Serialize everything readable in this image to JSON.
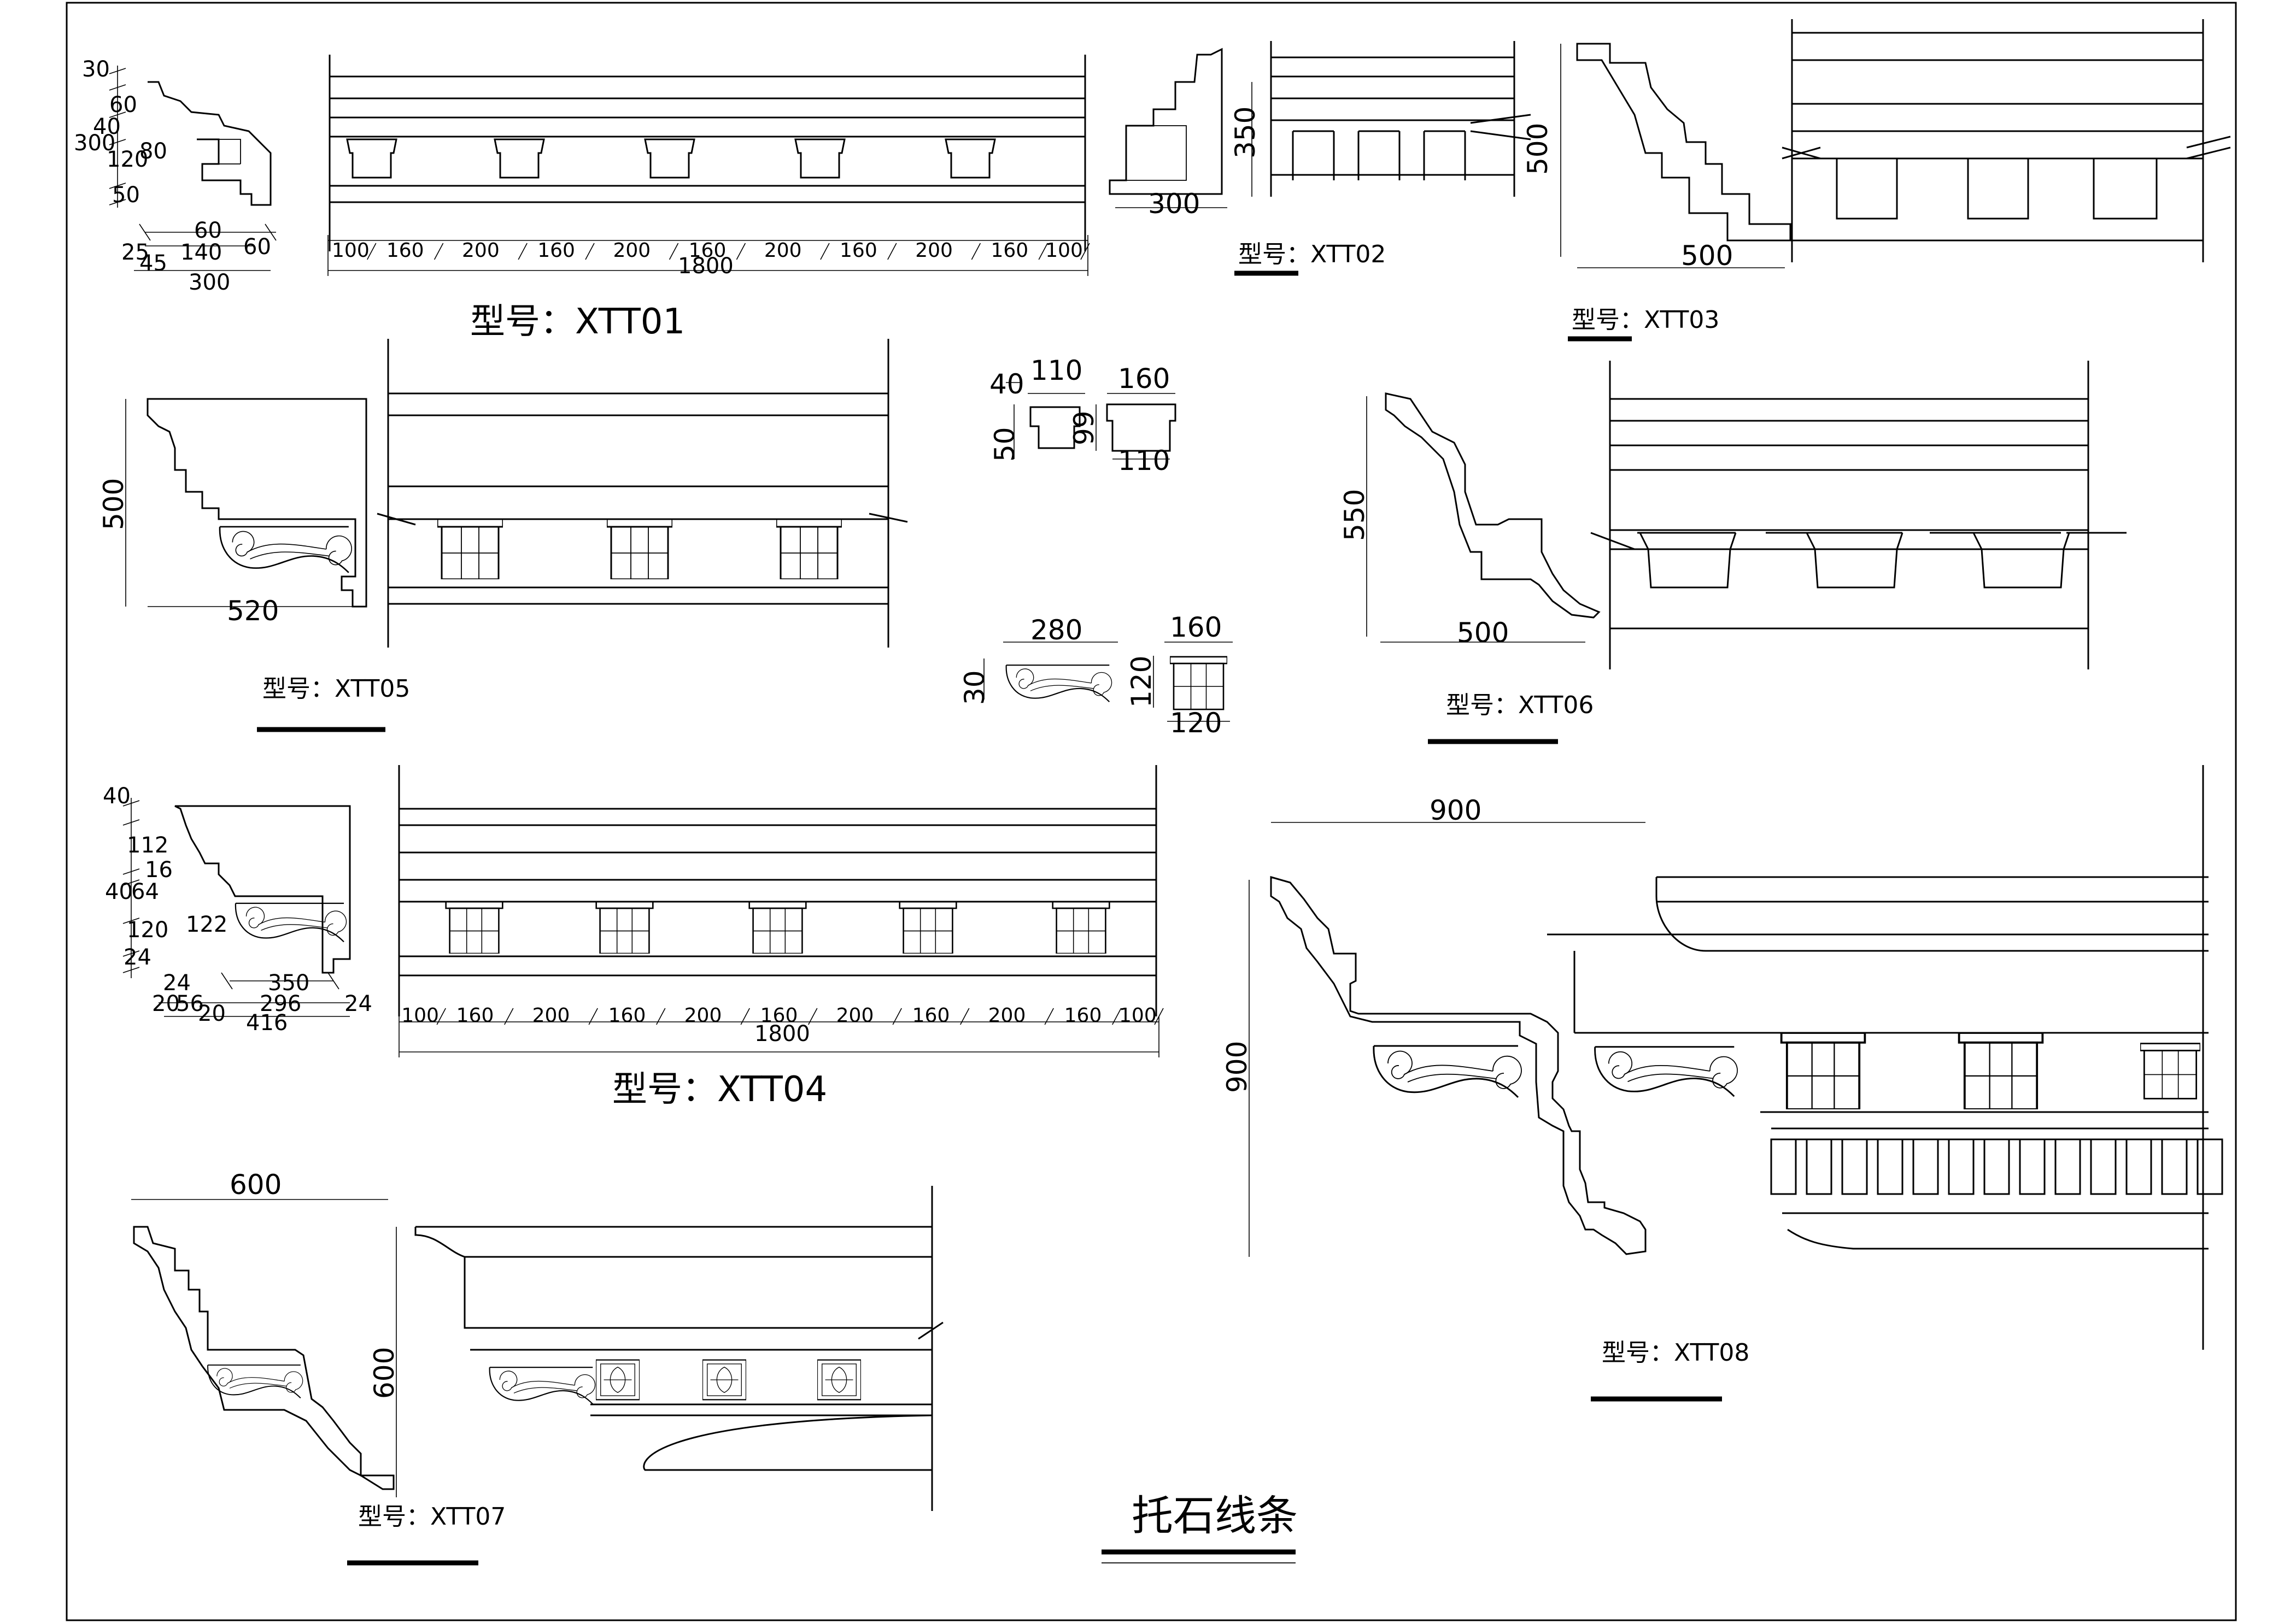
{
  "sheet_title": "托石线条",
  "model_prefix": "型号：",
  "models": {
    "xtt01": "XTT01",
    "xtt02": "XTT02",
    "xtt03": "XTT03",
    "xtt04": "XTT04",
    "xtt05": "XTT05",
    "xtt06": "XTT06",
    "xtt07": "XTT07",
    "xtt08": "XTT08"
  },
  "dimensions": {
    "xtt01": {
      "section_vertical": [
        "30",
        "60",
        "40",
        "120",
        "80",
        "50"
      ],
      "section_height": "300",
      "section_bottom": [
        "60",
        "60",
        "25",
        "140",
        "45",
        "300"
      ],
      "elevation_spacing": [
        "100",
        "160",
        "200",
        "160",
        "200",
        "160",
        "200",
        "160",
        "200",
        "160",
        "100"
      ],
      "elevation_total": "1800"
    },
    "xtt02": {
      "height": "350",
      "width": "300"
    },
    "xtt03": {
      "height": "500",
      "width": "500"
    },
    "xtt05": {
      "height": "500",
      "width": "520"
    },
    "corbel_detail_a": {
      "top_offset": "40",
      "top_width": "110",
      "height": "50"
    },
    "corbel_detail_b": {
      "top_width": "160",
      "height": "99",
      "bottom_width": "110"
    },
    "corbel_detail_c": {
      "width": "280",
      "height": "30"
    },
    "corbel_detail_d": {
      "top_width": "160",
      "height": "120",
      "bottom_width": "120"
    },
    "xtt06": {
      "height": "550",
      "width": "500"
    },
    "xtt04": {
      "section_vertical": [
        "40",
        "112",
        "16",
        "64",
        "120",
        "24"
      ],
      "section_height": "40",
      "bracket_height": "122",
      "section_bottom": [
        "24",
        "350",
        "24",
        "20",
        "56",
        "296",
        "20",
        "416"
      ],
      "elevation_spacing": [
        "100",
        "160",
        "200",
        "160",
        "200",
        "160",
        "200",
        "160",
        "200",
        "160",
        "100"
      ],
      "elevation_total": "1800"
    },
    "xtt08": {
      "width": "900",
      "height": "900"
    },
    "xtt07": {
      "width": "600",
      "height": "600"
    }
  }
}
